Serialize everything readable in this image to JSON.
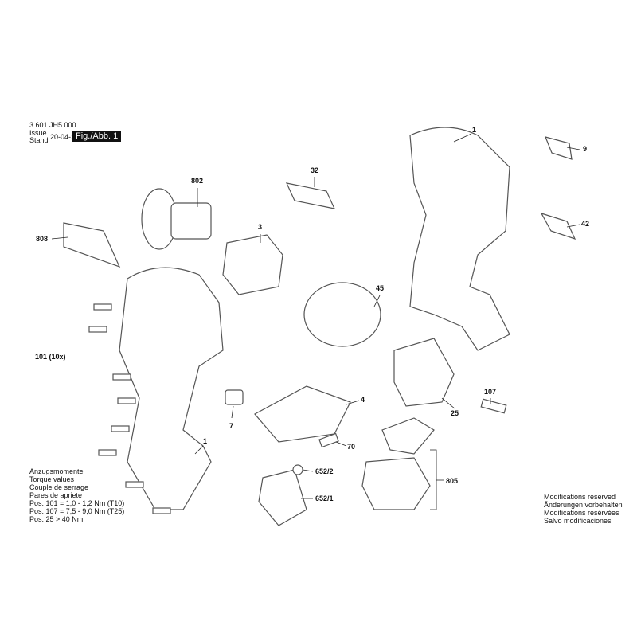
{
  "header": {
    "doc_number": "3 601 JH5 000",
    "issue_label": "Issue",
    "stand_label": "Stand",
    "date": "20-04-28",
    "figure": "Fig./Abb. 1"
  },
  "parts": [
    {
      "id": "p802",
      "label": "802"
    },
    {
      "id": "p32",
      "label": "32"
    },
    {
      "id": "p1a",
      "label": "1"
    },
    {
      "id": "p9",
      "label": "9"
    },
    {
      "id": "p42",
      "label": "42"
    },
    {
      "id": "p808",
      "label": "808"
    },
    {
      "id": "p3",
      "label": "3"
    },
    {
      "id": "p45",
      "label": "45"
    },
    {
      "id": "p101",
      "label": "101 (10x)"
    },
    {
      "id": "p107",
      "label": "107"
    },
    {
      "id": "p4",
      "label": "4"
    },
    {
      "id": "p7",
      "label": "7"
    },
    {
      "id": "p25",
      "label": "25"
    },
    {
      "id": "p70",
      "label": "70"
    },
    {
      "id": "p1b",
      "label": "1"
    },
    {
      "id": "p805",
      "label": "805"
    },
    {
      "id": "p6522",
      "label": "652/2"
    },
    {
      "id": "p6521",
      "label": "652/1"
    }
  ],
  "torque": [
    "Anzugsmomente",
    "Torque values",
    "Couple de serrage",
    "Pares de apriete",
    "Pos. 101  = 1,0 - 1,2 Nm (T10)",
    "Pos. 107  = 7,5 - 9,0 Nm (T25)",
    "Pos. 25    > 40 Nm"
  ],
  "notice": [
    "Modifications reserved",
    "Änderungen vorbehalten",
    "Modifications resérvées",
    "Salvo modificaciones"
  ]
}
